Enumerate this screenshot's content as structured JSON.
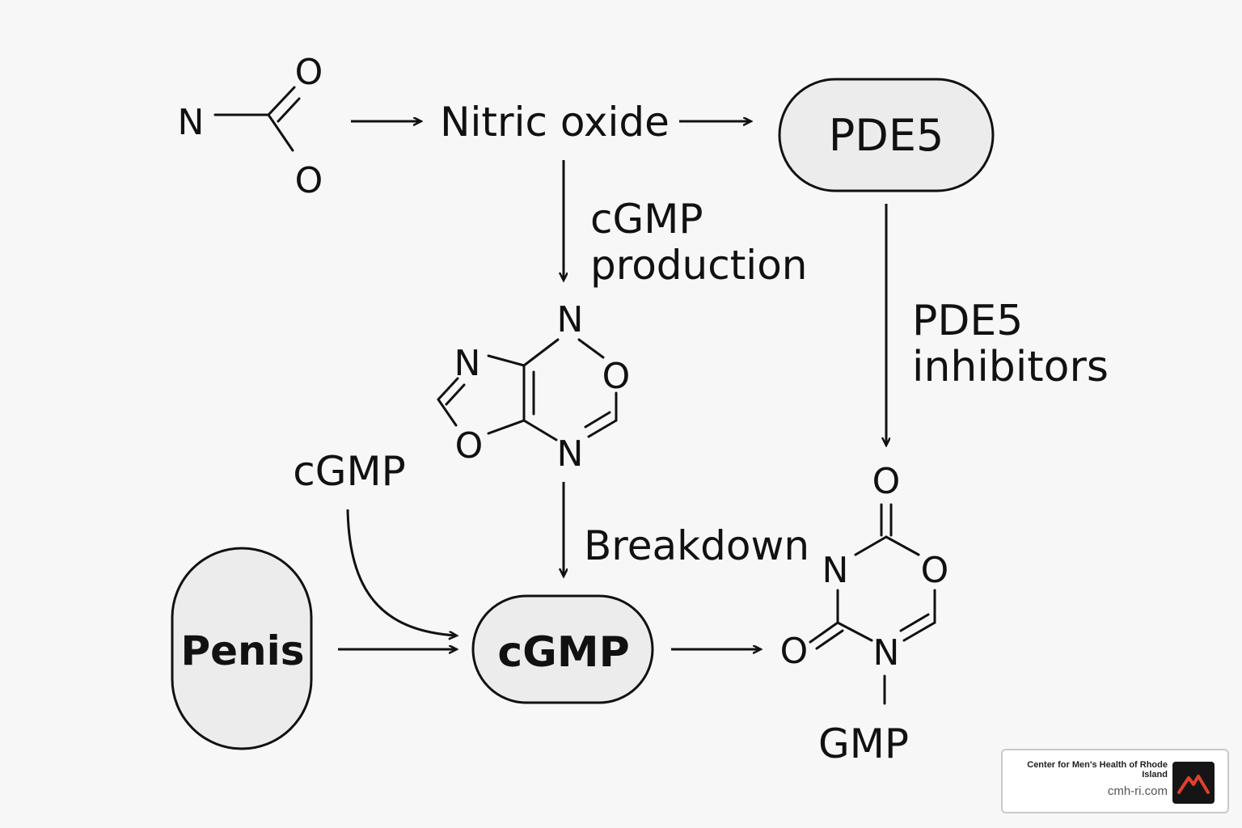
{
  "nodes": {
    "nitric_oxide": "Nitric oxide",
    "pde5": "PDE5",
    "penis": "Penis",
    "cgmp": "cGMP"
  },
  "labels": {
    "cgmp_production_line1": "cGMP",
    "cgmp_production_line2": "production",
    "pde5_inhibitors_line1": "PDE5",
    "pde5_inhibitors_line2": "inhibitors",
    "cgmp_side": "cGMP",
    "breakdown": "Breakdown",
    "gmp": "GMP"
  },
  "molecule_no2": {
    "n": "N",
    "o_top": "O",
    "o_bottom": "O"
  },
  "molecule_bicyclic": {
    "n_top": "N",
    "n_left": "N",
    "o_right": "O",
    "o_left": "O",
    "n_bottom": "N"
  },
  "molecule_gmp_ring": {
    "o_top": "O",
    "n_left": "N",
    "o_right": "O",
    "o_left": "O",
    "n_bottom": "N"
  },
  "badge": {
    "name": "Center for Men's Health of Rhode Island",
    "url": "cmh-ri.com",
    "logo_icon": "mountain-logo-icon",
    "logo_color": "#e0402f"
  }
}
